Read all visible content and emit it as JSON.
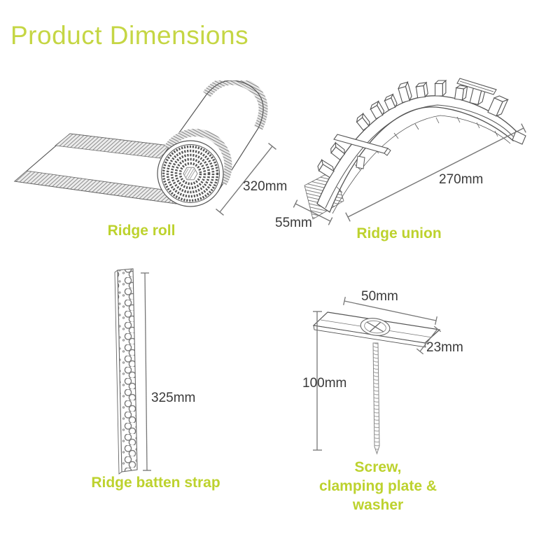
{
  "page": {
    "title": "Product Dimensions",
    "background_color": "#ffffff"
  },
  "colors": {
    "title_green": "#c5d644",
    "label_green": "#bdd22e",
    "dimension_text": "#3a3a3a",
    "drawing_line": "#555555"
  },
  "products": [
    {
      "name": "Ridge roll",
      "figure": "ridge-roll-drawing",
      "dims": {
        "width": "320mm"
      }
    },
    {
      "name": "Ridge union",
      "figure": "ridge-union-drawing",
      "dims": {
        "length": "270mm",
        "depth": "55mm"
      }
    },
    {
      "name": "Ridge batten strap",
      "figure": "ridge-batten-strap-drawing",
      "dims": {
        "length": "325mm"
      }
    },
    {
      "name": "Screw, clamping plate & washer",
      "label_lines": "Screw,\nclamping plate &\nwasher",
      "figure": "screw-clamping-plate-washer-drawing",
      "dims": {
        "plate_width": "50mm",
        "plate_depth": "23mm",
        "screw_length": "100mm"
      }
    }
  ]
}
